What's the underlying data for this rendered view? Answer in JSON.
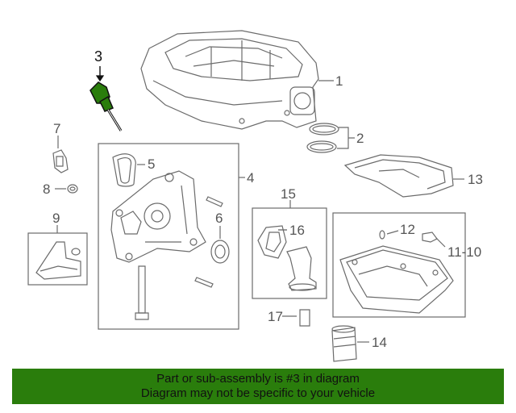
{
  "callouts": [
    "1",
    "2",
    "3",
    "4",
    "5",
    "6",
    "7",
    "8",
    "9",
    "10",
    "11",
    "12",
    "13",
    "14",
    "15",
    "16",
    "17"
  ],
  "callout_11_10": "11-10",
  "highlight_color": "#2a7d0c",
  "banner": {
    "line1": "Part or sub-assembly is #3 in diagram",
    "line2": "Diagram may not be specific to your vehicle"
  }
}
